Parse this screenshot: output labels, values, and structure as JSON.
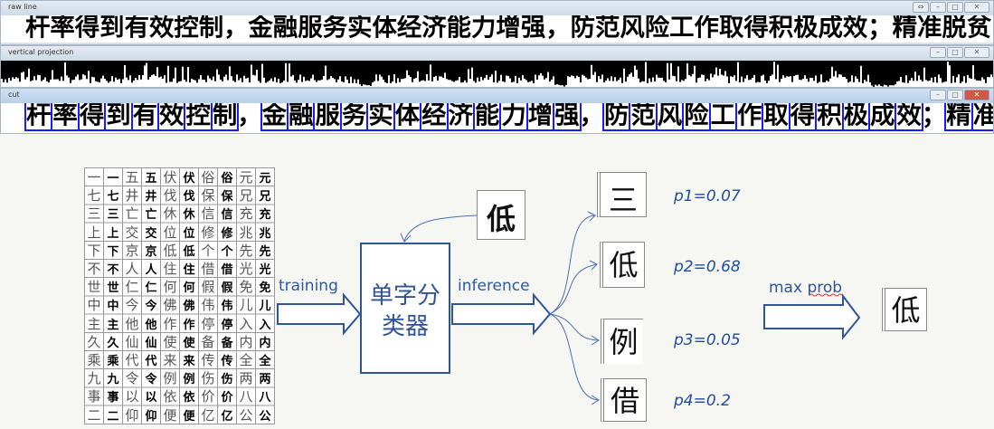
{
  "windows": {
    "raw": {
      "title": "raw line"
    },
    "projection": {
      "title": "vertical projection"
    },
    "cut": {
      "title": "cut"
    },
    "line_text": "杆率得到有效控制，金融服务实体经济能力增强，防范风险工作取得积极成效；精准脱贫"
  },
  "grid_columns": [
    "一七三上下不世中主久乘九事二",
    "五井亡交京人仁今他仙代令以仰",
    "伏伐休位低住何佛作使来例依便",
    "俗保信修个借假伟停备传伤价亿",
    "元兄充兆先光免儿入内全两八公"
  ],
  "diagram": {
    "training_label": "training",
    "classifier_label": "单字分类器",
    "inference_label": "inference",
    "input_char": "低",
    "candidates": [
      {
        "char": "三",
        "prob": "p1=0.07"
      },
      {
        "char": "低",
        "prob": "p2=0.68"
      },
      {
        "char": "例",
        "prob": "p3=0.05"
      },
      {
        "char": "借",
        "prob": "p4=0.2"
      }
    ],
    "maxprob_label": "max prob",
    "result_char": "低"
  },
  "colors": {
    "accent": "#2f5597",
    "cut_box": "#1a1aff"
  }
}
